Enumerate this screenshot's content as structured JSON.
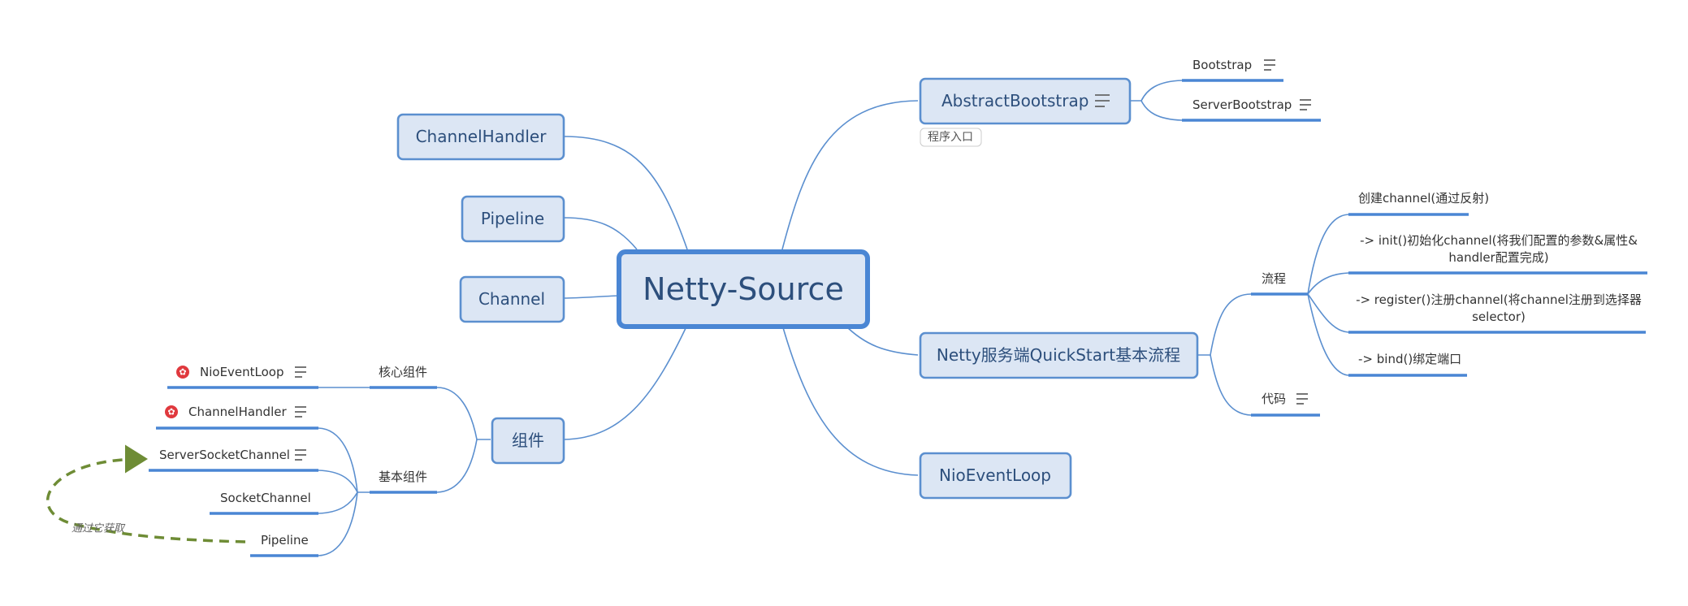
{
  "root": {
    "label": "Netty-Source"
  },
  "left_nodes": {
    "channel_handler": "ChannelHandler",
    "pipeline": "Pipeline",
    "channel": "Channel",
    "components": "组件"
  },
  "components": {
    "core_label": "核心组件",
    "basic_label": "基本组件",
    "core_items": [
      "NioEventLoop"
    ],
    "basic_items": [
      "ChannelHandler",
      "ServerSocketChannel",
      "SocketChannel",
      "Pipeline"
    ],
    "relation_label": "通过它获取"
  },
  "right_nodes": {
    "abstract_bootstrap": "AbstractBootstrap",
    "abstract_bootstrap_tag": "程序入口",
    "bootstrap": "Bootstrap",
    "server_bootstrap": "ServerBootstrap",
    "quickstart": "Netty服务端QuickStart基本流程",
    "nio_event_loop": "NioEventLoop"
  },
  "quickstart": {
    "flow_label": "流程",
    "code_label": "代码",
    "steps": [
      "创建channel(通过反射)",
      "-> init()初始化channel(将我们配置的参数&属性&",
      "handler配置完成)",
      "-> register()注册channel(将channel注册到选择器",
      "selector)",
      "-> bind()绑定端口"
    ]
  },
  "colors": {
    "node_fill": "#dce6f4",
    "node_border": "#5b8fcf",
    "root_border": "#4a86d4",
    "dashed_arrow": "#6e8c35",
    "marker_red": "#e0393e"
  }
}
